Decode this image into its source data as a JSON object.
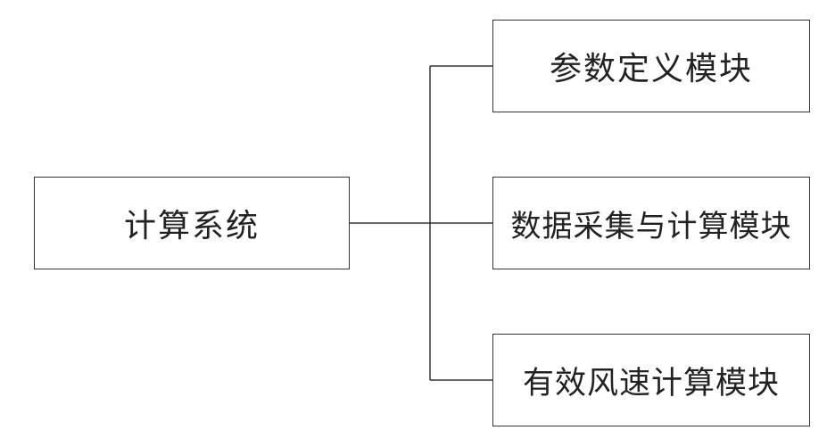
{
  "diagram": {
    "root": {
      "label": "计算系统"
    },
    "children": [
      {
        "label": "参数定义模块"
      },
      {
        "label": "数据采集与计算模块"
      },
      {
        "label": "有效风速计算模块"
      }
    ]
  },
  "colors": {
    "line": "#333333",
    "text": "#222222",
    "background": "#ffffff"
  }
}
